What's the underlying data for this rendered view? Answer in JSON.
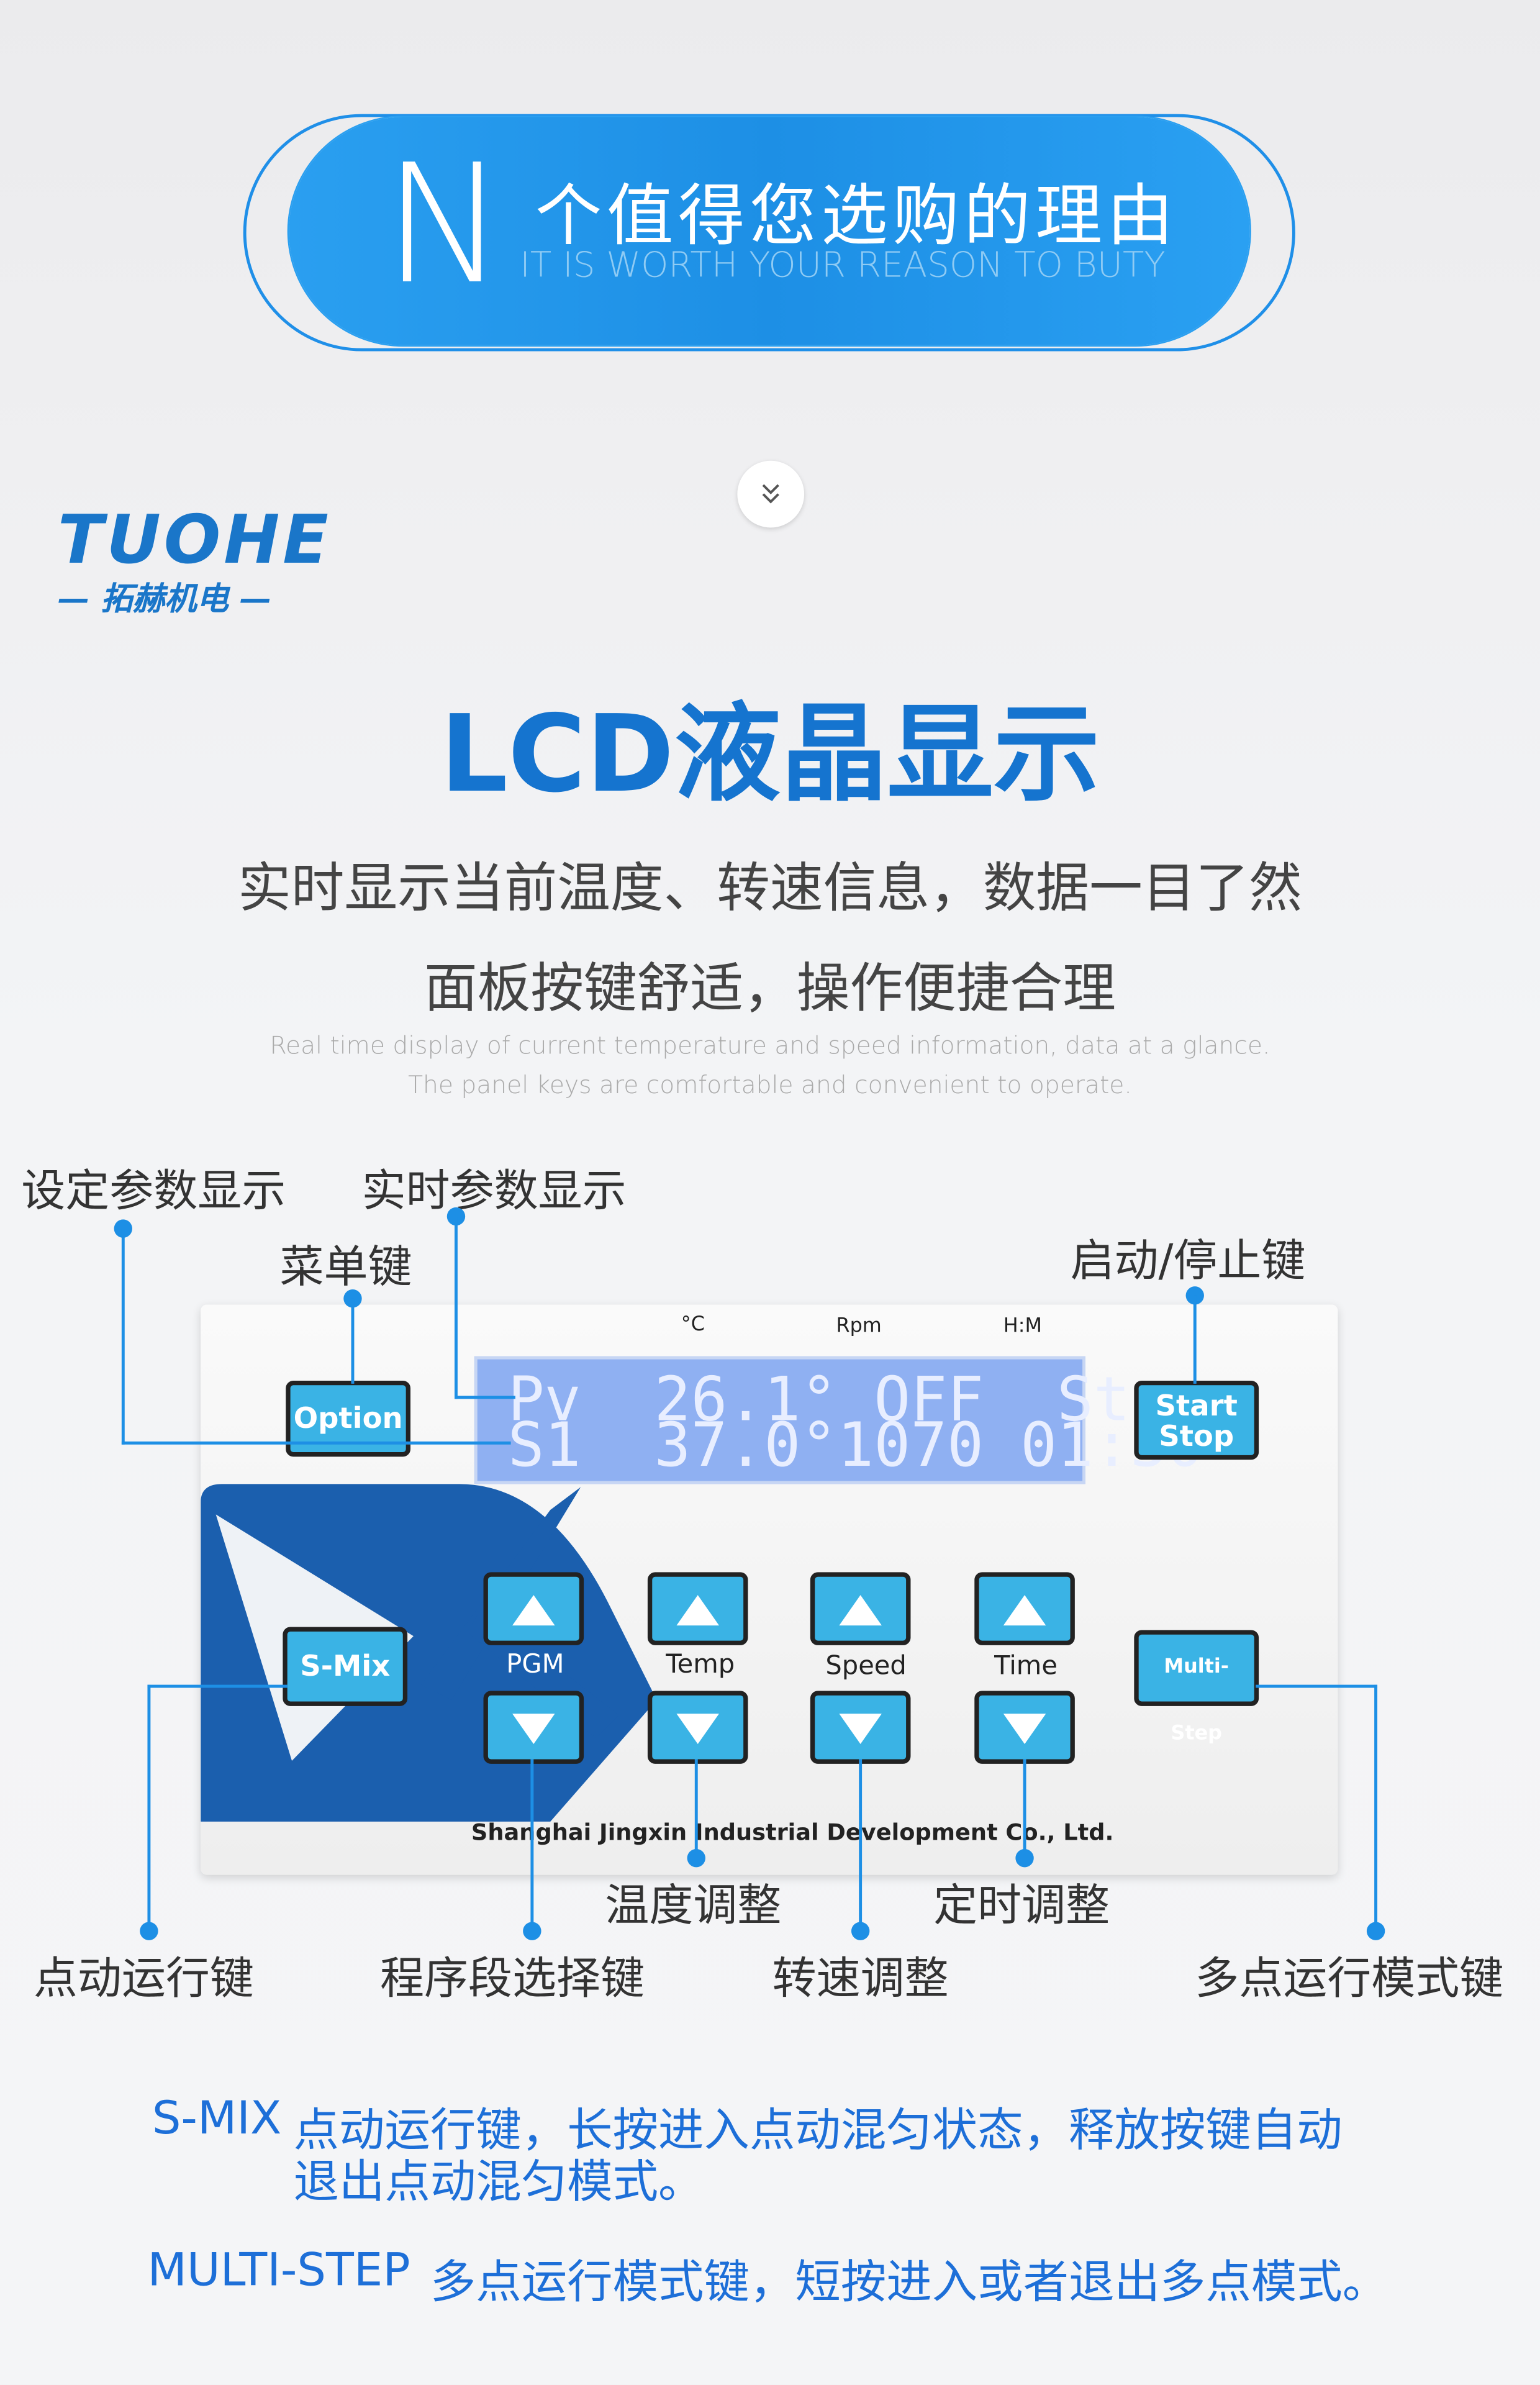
{
  "banner": {
    "letter": "N",
    "title": "个值得您选购的理由",
    "subtitle": "IT IS WORTH YOUR REASON TO BUTY"
  },
  "logo": {
    "name": "TUOHE",
    "cn": "— 拓赫机电 —"
  },
  "heading": "LCD液晶显示",
  "description": {
    "line1": "实时显示当前温度、转速信息，数据一目了然",
    "line2": "面板按键舒适，操作便捷合理",
    "en1": "Real time display of current temperature and speed information, data at a glance.",
    "en2": "The panel keys are comfortable and convenient to operate."
  },
  "labels": {
    "set_param": "设定参数显示",
    "live_param": "实时参数显示",
    "menu_key": "菜单键",
    "start_stop_key": "启动/停止键",
    "jog_key": "点动运行键",
    "program_key": "程序段选择键",
    "temp_adjust": "温度调整",
    "speed_adjust": "转速调整",
    "time_adjust": "定时调整",
    "multi_key": "多点运行模式键"
  },
  "panel": {
    "unit_c": "°C",
    "unit_rpm": "Rpm",
    "unit_hm": "H:M",
    "lcd_row1": "Pv  26.1° OFF  Stop",
    "lcd_row2": "S1  37.0°1070 01:30",
    "key_option": "Option",
    "key_start": "Start",
    "key_stop": "Stop",
    "key_smix": "S-Mix",
    "key_multi": "Multi-Step",
    "lbl_pgm": "PGM",
    "lbl_temp": "Temp",
    "lbl_speed": "Speed",
    "lbl_time": "Time",
    "company": "Shanghai Jingxin Industrial Development Co., Ltd."
  },
  "notes": {
    "smix_key": "S-MIX",
    "smix_text1": "点动运行键，长按进入点动混匀状态，释放按键自动",
    "smix_text2": "退出点动混匀模式。",
    "multi_key": "MULTI-STEP",
    "multi_text": "多点运行模式键，短按进入或者退出多点模式。"
  },
  "colors": {
    "accent": "#1d8fe5",
    "key": "#3ab3e5",
    "lcd": "#8fb0f2",
    "heading": "#1574cf"
  }
}
